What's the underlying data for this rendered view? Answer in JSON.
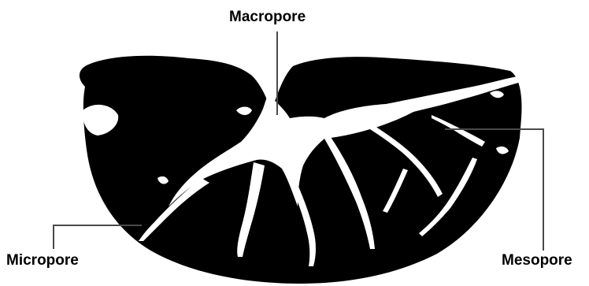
{
  "labels": {
    "macropore": "Macropore",
    "micropore": "Micropore",
    "mesopore": "Mesopore"
  },
  "colors": {
    "solid": "#000000",
    "pore": "#ffffff",
    "leader_line": "#4a4a4a"
  }
}
